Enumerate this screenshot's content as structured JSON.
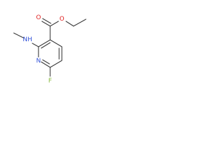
{
  "structure": {
    "atoms": {
      "nitrogen_ring": "N",
      "nitrogen_amine": "NH",
      "oxygen_carbonyl": "O",
      "oxygen_ester": "O",
      "fluorine": "F"
    },
    "colors": {
      "bond": "#3a3a3a",
      "nitrogen": "#3050d8",
      "oxygen": "#e02020",
      "fluorine": "#86b83a",
      "background": "#ffffff"
    }
  }
}
